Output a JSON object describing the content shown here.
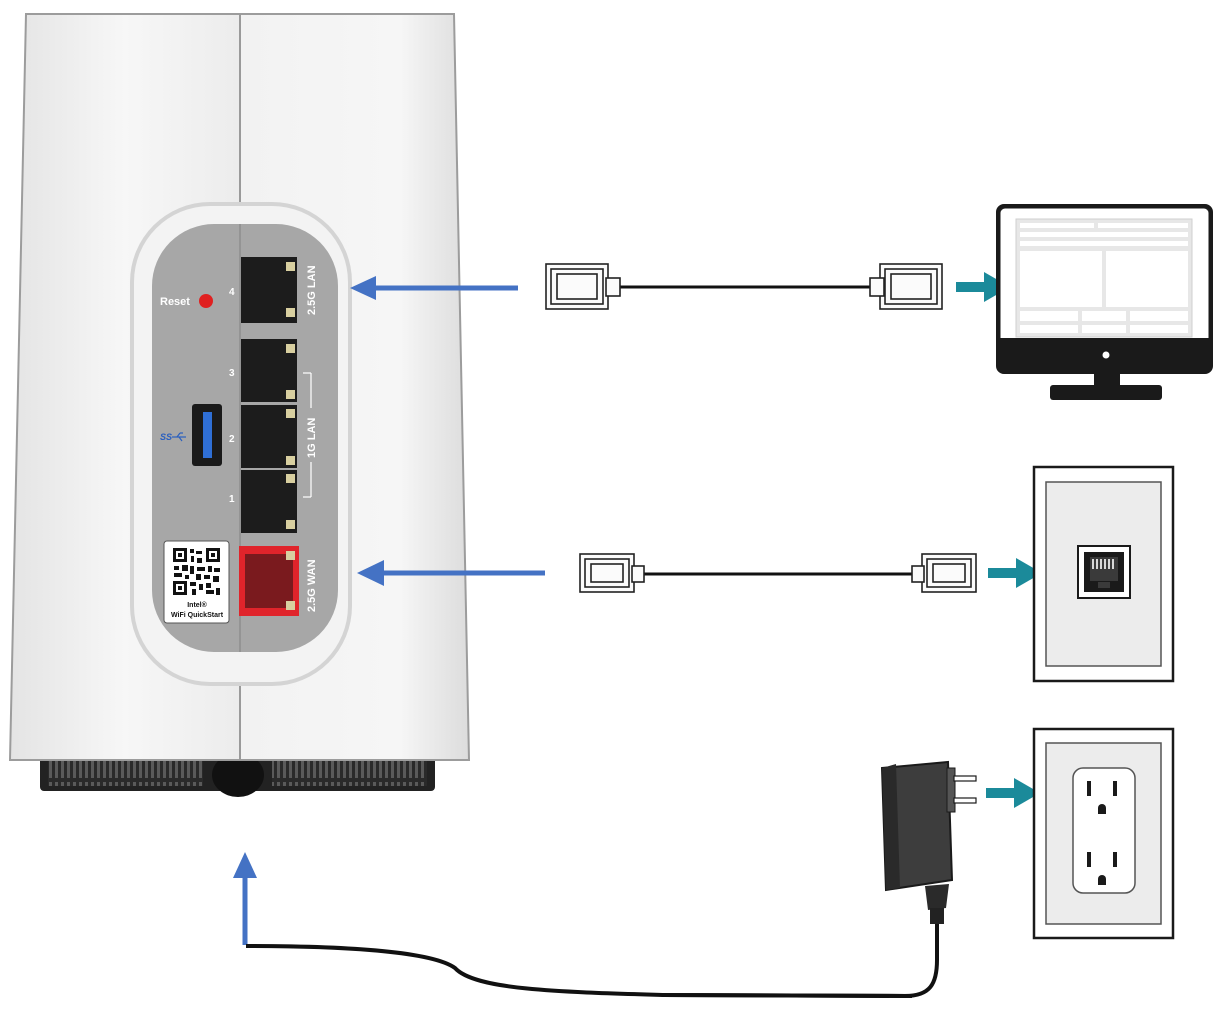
{
  "router": {
    "reset_label": "Reset",
    "port_numbers": {
      "p4": "4",
      "p3": "3",
      "p2": "2",
      "p1": "1"
    },
    "lan25_label": "2.5G LAN",
    "lan1g_label": "1G LAN",
    "wan_label": "2.5G WAN",
    "usb_label": "SS",
    "qr_brand": "Intel®",
    "qr_caption": "WiFi QuickStart"
  },
  "colors": {
    "arrow_blue": "#4472c4",
    "arrow_teal": "#1b8a9a",
    "wan_red": "#e0242b",
    "reset_red": "#e02020",
    "panel_gray": "#a7a7a7",
    "device_white": "#f2f2f2"
  },
  "icons": {
    "computer": "monitor-icon",
    "wall_jack": "ethernet-wall-jack-icon",
    "power_outlet": "power-outlet-icon",
    "adapter": "power-adapter-icon"
  }
}
